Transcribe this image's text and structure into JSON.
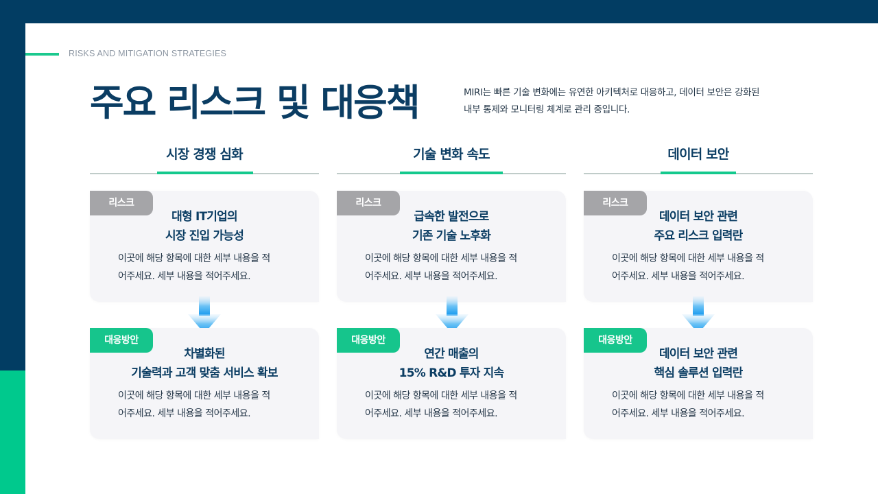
{
  "header": {
    "kicker": "RISKS AND MITIGATION STRATEGIES",
    "title": "주요 리스크 및 대응책",
    "intro_line1": "MIRI는 빠른 기술 변화에는 유연한 아키텍처로 대응하고, 데이터 보안은 강화된",
    "intro_line2": "내부 통제와 모니터링 체계로 관리 중입니다."
  },
  "colors": {
    "navy": "#023d63",
    "green": "#00c98d",
    "risk_tag": "#a5a5a8",
    "response_tag": "#16c58c",
    "arrow": "#2aa5f2"
  },
  "columns": [
    {
      "header": "시장 경쟁 심화",
      "risk": {
        "tag": "리스크",
        "title_line1": "대형 IT기업의",
        "title_line2": "시장 진입 가능성",
        "body_line1": "이곳에 해당 항목에 대한 세부 내용을 적",
        "body_line2": "어주세요. 세부 내용을 적어주세요."
      },
      "arrow_icon": "arrow-down-icon",
      "response": {
        "tag": "대응방안",
        "title_line1": "차별화된",
        "title_line2": "기술력과 고객 맞춤 서비스 확보",
        "body_line1": "이곳에 해당 항목에 대한 세부 내용을 적",
        "body_line2": "어주세요. 세부 내용을 적어주세요."
      }
    },
    {
      "header": "기술 변화 속도",
      "risk": {
        "tag": "리스크",
        "title_line1": "급속한 발전으로",
        "title_line2": "기존 기술 노후화",
        "body_line1": "이곳에 해당 항목에 대한 세부 내용을 적",
        "body_line2": "어주세요. 세부 내용을 적어주세요."
      },
      "arrow_icon": "arrow-down-icon",
      "response": {
        "tag": "대응방안",
        "title_line1": "연간 매출의",
        "title_line2": "15% R&D 투자 지속",
        "body_line1": "이곳에 해당 항목에 대한 세부 내용을 적",
        "body_line2": "어주세요. 세부 내용을 적어주세요."
      }
    },
    {
      "header": "데이터 보안",
      "risk": {
        "tag": "리스크",
        "title_line1": "데이터 보안 관련",
        "title_line2": "주요 리스크 입력란",
        "body_line1": "이곳에 해당 항목에 대한 세부 내용을 적",
        "body_line2": "어주세요. 세부 내용을 적어주세요."
      },
      "arrow_icon": "arrow-down-icon",
      "response": {
        "tag": "대응방안",
        "title_line1": "데이터 보안 관련",
        "title_line2": "핵심 솔루션 입력란",
        "body_line1": "이곳에 해당 항목에 대한 세부 내용을 적",
        "body_line2": "어주세요. 세부 내용을 적어주세요."
      }
    }
  ]
}
